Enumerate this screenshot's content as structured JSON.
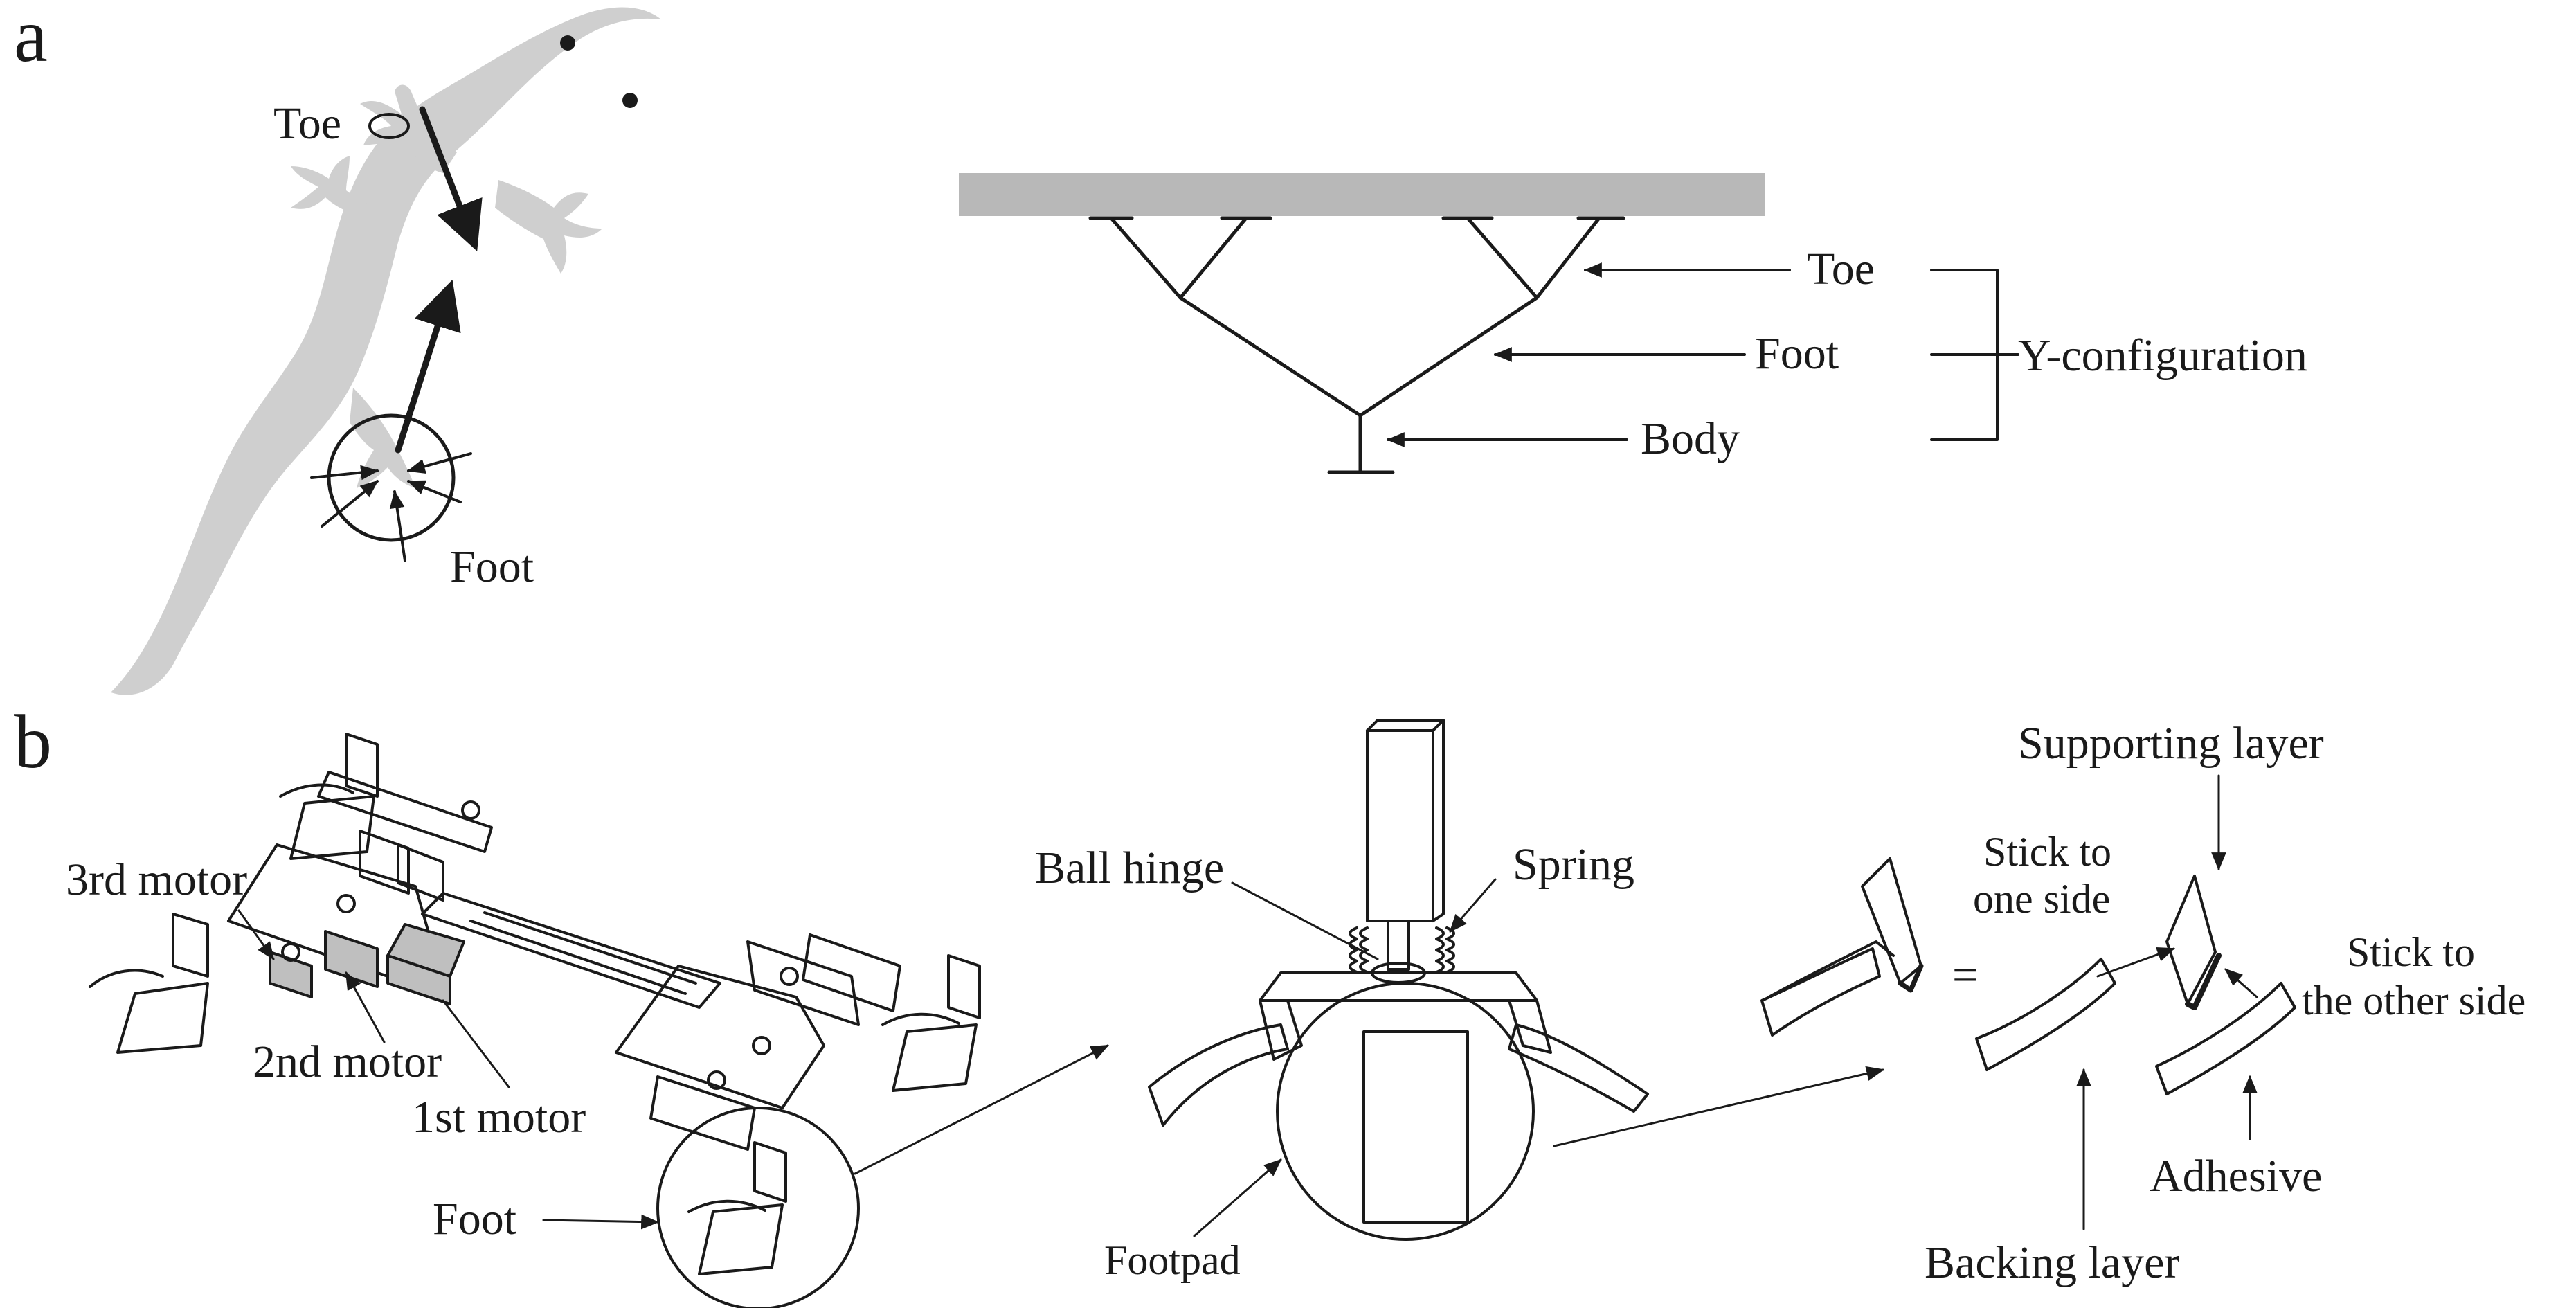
{
  "panels": {
    "a": {
      "letter": "a",
      "gecko_labels": {
        "toe": "Toe",
        "foot": "Foot"
      },
      "y_config": {
        "toe": "Toe",
        "foot": "Foot",
        "body": "Body",
        "bracket_label": "Y-configuration"
      }
    },
    "b": {
      "letter": "b",
      "robot_labels": {
        "third_motor": "3rd motor",
        "second_motor": "2nd motor",
        "first_motor": "1st motor",
        "foot": "Foot"
      },
      "foot_labels": {
        "ball_hinge": "Ball hinge",
        "spring": "Spring",
        "footpad": "Footpad"
      },
      "layer_labels": {
        "equals": "=",
        "supporting_layer": "Supporting layer",
        "stick_one_side_line1": "Stick to",
        "stick_one_side_line2": "one side",
        "stick_other_side_line1": "Stick to",
        "stick_other_side_line2": "the other side",
        "adhesive": "Adhesive",
        "backing_layer": "Backing layer"
      }
    }
  },
  "colors": {
    "gecko_fill": "#cfcfcf",
    "wall_fill": "#b8b8b8",
    "motor_fill": "#bfbfbf",
    "line": "#1a1a1a"
  }
}
